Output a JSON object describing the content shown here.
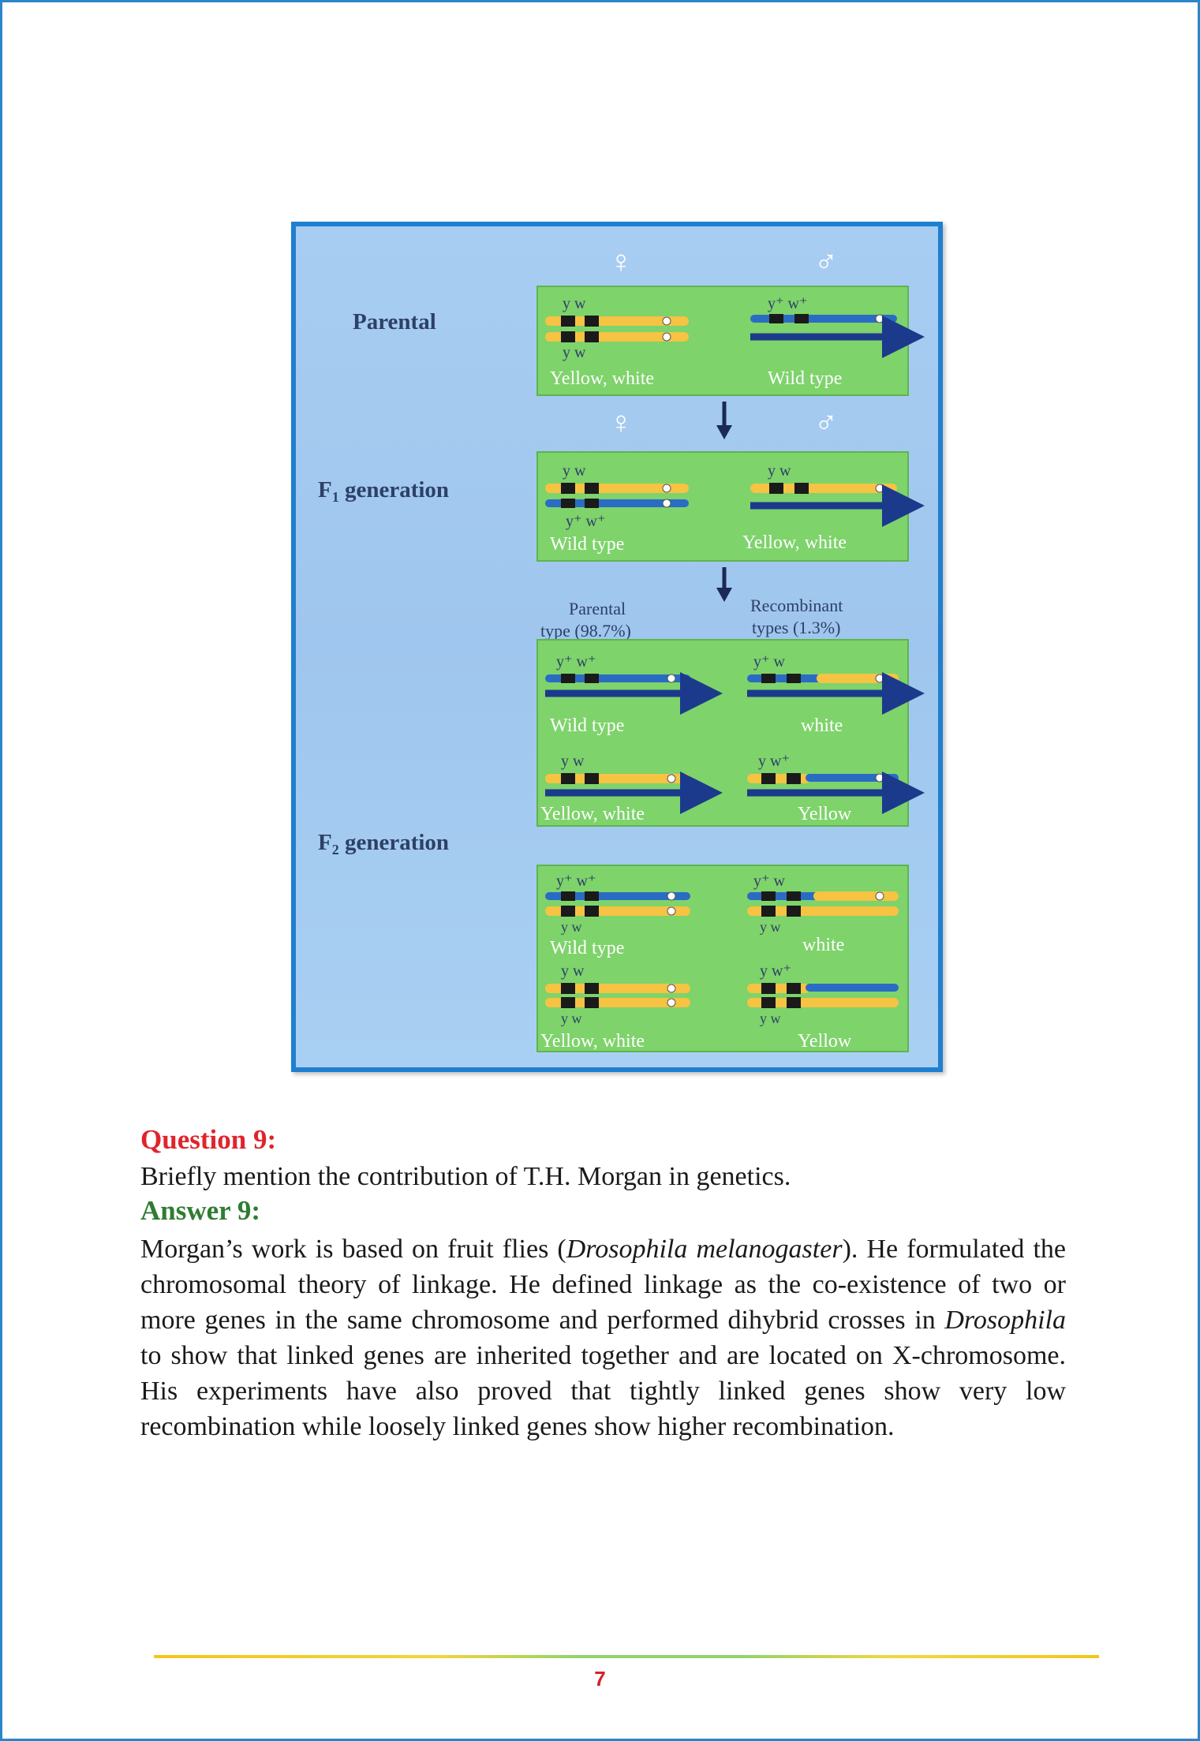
{
  "figure": {
    "female_symbol": "♀",
    "male_symbol": "♂",
    "row_labels": {
      "parental": "Parental",
      "f1_letter": "F",
      "f1_sub": "1",
      "f1_rest": " generation",
      "f2_letter": "F",
      "f2_sub": "2",
      "f2_rest": " generation"
    },
    "parental": {
      "female_genes_top": "y    w",
      "female_genes_bottom": "y    w",
      "female_caption": "Yellow, white",
      "male_genes": "y⁺  w⁺",
      "male_caption": "Wild type"
    },
    "f1": {
      "female_genes_top": "y    w",
      "female_genes_bottom": "y⁺  w⁺",
      "female_caption": "Wild type",
      "male_genes": "y    w",
      "male_caption": "Yellow, white"
    },
    "f2_headers": {
      "parental_line1": "Parental",
      "parental_line2": "type (98.7%)",
      "recombinant_line1": "Recombinant",
      "recombinant_line2": "types (1.3%)"
    },
    "f2_males": {
      "a_genes": "y⁺  w⁺",
      "a_caption": "Wild type",
      "b_genes": "y⁺  w",
      "b_caption": "white",
      "c_genes": "y    w",
      "c_caption": "Yellow, white",
      "d_genes": "y    w⁺",
      "d_caption": "Yellow"
    },
    "f2_females": {
      "a_top": "y⁺  w⁺",
      "a_bottom": "y   w",
      "a_caption": "Wild type",
      "b_top": "y⁺  w",
      "b_bottom": "y   w",
      "b_caption": "white",
      "c_top": "y    w",
      "c_bottom": "y   w",
      "c_caption": "Yellow, white",
      "d_top": "y    w⁺",
      "d_bottom": "y   w",
      "d_caption": "Yellow"
    }
  },
  "question": {
    "heading": "Question 9:",
    "text": "Briefly mention the contribution of T.H. Morgan in genetics."
  },
  "answer": {
    "heading": "Answer 9:",
    "p1": "Morgan’s work is based on fruit flies (",
    "p1_italic": "Drosophila melanogaster",
    "p2": "). He formulated the chromosomal theory of linkage. He defined linkage as the co-existence of two or more genes in the same chromosome and performed dihybrid crosses in ",
    "p2_italic": "Drosophila",
    "p3": " to show that linked genes are inherited together and are located on X-chromosome. His experiments have also proved that tightly linked genes show very low recombination while loosely linked genes show higher recombination."
  },
  "page_number": "7",
  "colors": {
    "question": "#e0242c",
    "answer": "#2e7d32",
    "panel_green": "#7ed36b",
    "chromosome_yellow": "#f6c343",
    "chromosome_blue": "#2a6cc4",
    "y_chromosome_navy": "#1b3a8c",
    "figure_border": "#1f7fd0"
  }
}
